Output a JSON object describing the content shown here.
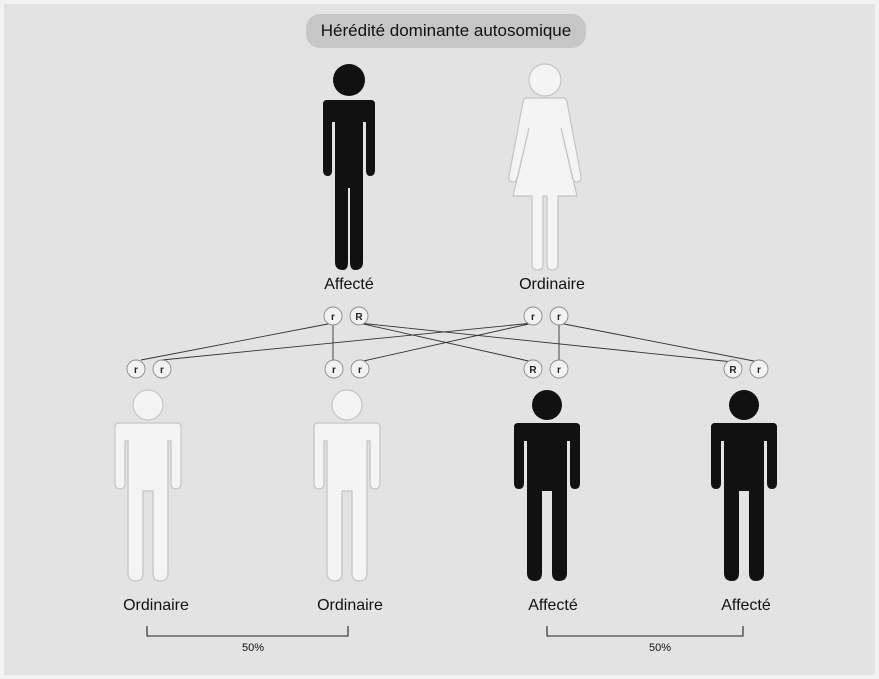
{
  "title": "Hérédité dominante autosomique",
  "parents": {
    "father": {
      "label": "Affecté",
      "status": "affected",
      "alleles": [
        "r",
        "R"
      ]
    },
    "mother": {
      "label": "Ordinaire",
      "status": "unaffected",
      "alleles": [
        "r",
        "r"
      ]
    }
  },
  "children": [
    {
      "label": "Ordinaire",
      "status": "unaffected",
      "alleles": [
        "r",
        "r"
      ]
    },
    {
      "label": "Ordinaire",
      "status": "unaffected",
      "alleles": [
        "r",
        "r"
      ]
    },
    {
      "label": "Affecté",
      "status": "affected",
      "alleles": [
        "R",
        "r"
      ]
    },
    {
      "label": "Affecté",
      "status": "affected",
      "alleles": [
        "R",
        "r"
      ]
    }
  ],
  "groups": [
    {
      "percentage": "50%"
    },
    {
      "percentage": "50%"
    }
  ],
  "colors": {
    "affected": "#111111",
    "unaffected": "#f4f4f4",
    "outline": "#bdbdbd",
    "background": "#e3e3e3",
    "title_pill": "#c6c6c6"
  }
}
